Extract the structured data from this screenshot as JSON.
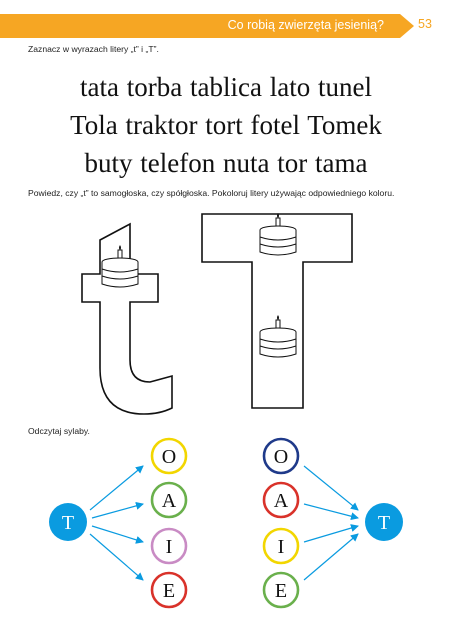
{
  "header": {
    "title": "Co robią zwierzęta jesienią?",
    "page_number": "53",
    "accent_color": "#f6a623"
  },
  "task1": {
    "instruction": "Zaznacz w wyrazach litery „t” i „T”.",
    "lines": [
      [
        "tata",
        "torba",
        "tablica",
        "lato",
        "tunel"
      ],
      [
        "Tola",
        "traktor",
        "tort",
        "fotel",
        "Tomek"
      ],
      [
        "buty",
        "telefon",
        "nuta",
        "tor",
        "tama"
      ]
    ]
  },
  "task2": {
    "instruction": "Powiedz, czy „t” to samogłoska, czy spółgłoska. Pokoloruj litery używając odpowiedniego koloru.",
    "icons": [
      "cake-icon",
      "cake-icon",
      "cake-icon"
    ]
  },
  "task3": {
    "instruction": "Odczytaj sylaby.",
    "left_group": {
      "hub": "T",
      "vowels": [
        {
          "letter": "O",
          "ring": "#f2d600"
        },
        {
          "letter": "A",
          "ring": "#6ab04c"
        },
        {
          "letter": "I",
          "ring": "#c98bc4"
        },
        {
          "letter": "E",
          "ring": "#d9322a"
        }
      ]
    },
    "right_group": {
      "hub": "T",
      "vowels": [
        {
          "letter": "O",
          "ring": "#1f3a8a"
        },
        {
          "letter": "A",
          "ring": "#d9322a"
        },
        {
          "letter": "I",
          "ring": "#f2d600"
        },
        {
          "letter": "E",
          "ring": "#6ab04c"
        }
      ]
    },
    "hub_color": "#0a9be0",
    "arrow_color": "#0a9be0"
  }
}
